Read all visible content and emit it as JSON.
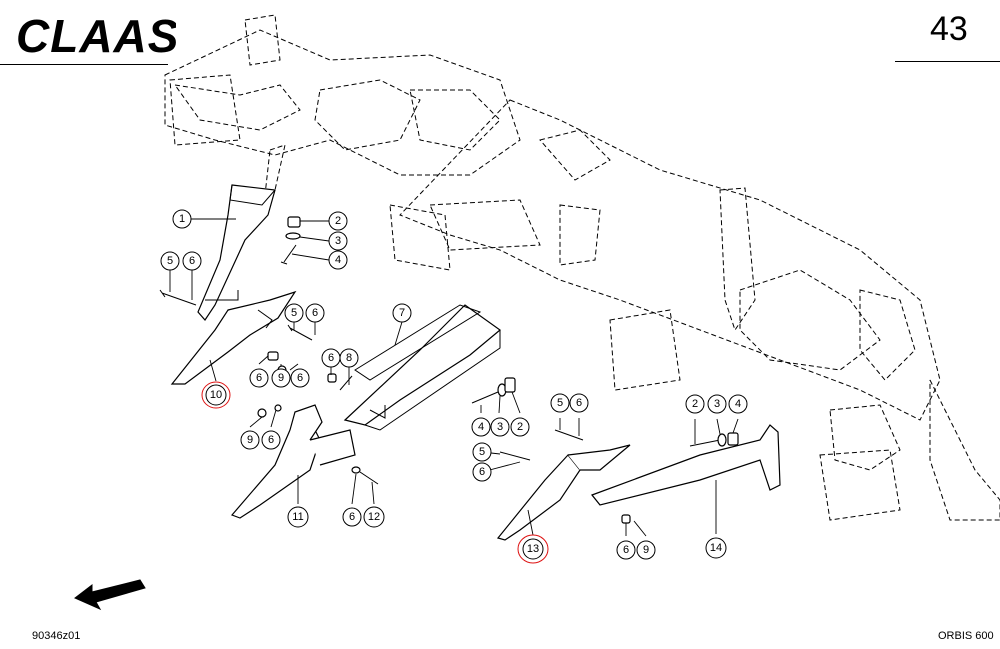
{
  "header": {
    "brand": "CLAAS",
    "page_number": "43"
  },
  "footer": {
    "drawing_id": "90346z01",
    "model": "ORBIS 600"
  },
  "callouts": [
    {
      "label": "1"
    },
    {
      "label": "2"
    },
    {
      "label": "3"
    },
    {
      "label": "4"
    },
    {
      "label": "5"
    },
    {
      "label": "6"
    },
    {
      "label": "5"
    },
    {
      "label": "6"
    },
    {
      "label": "7"
    },
    {
      "label": "6"
    },
    {
      "label": "8"
    },
    {
      "label": "6"
    },
    {
      "label": "9"
    },
    {
      "label": "6"
    },
    {
      "label": "10"
    },
    {
      "label": "9"
    },
    {
      "label": "6"
    },
    {
      "label": "11"
    },
    {
      "label": "6"
    },
    {
      "label": "12"
    },
    {
      "label": "4"
    },
    {
      "label": "3"
    },
    {
      "label": "2"
    },
    {
      "label": "5"
    },
    {
      "label": "6"
    },
    {
      "label": "5"
    },
    {
      "label": "6"
    },
    {
      "label": "2"
    },
    {
      "label": "3"
    },
    {
      "label": "4"
    },
    {
      "label": "13"
    },
    {
      "label": "6"
    },
    {
      "label": "9"
    },
    {
      "label": "14"
    }
  ],
  "highlighted_items": [
    "10",
    "13"
  ],
  "colors": {
    "ink": "#000000",
    "highlight": "#dd1111",
    "paper": "#ffffff"
  }
}
